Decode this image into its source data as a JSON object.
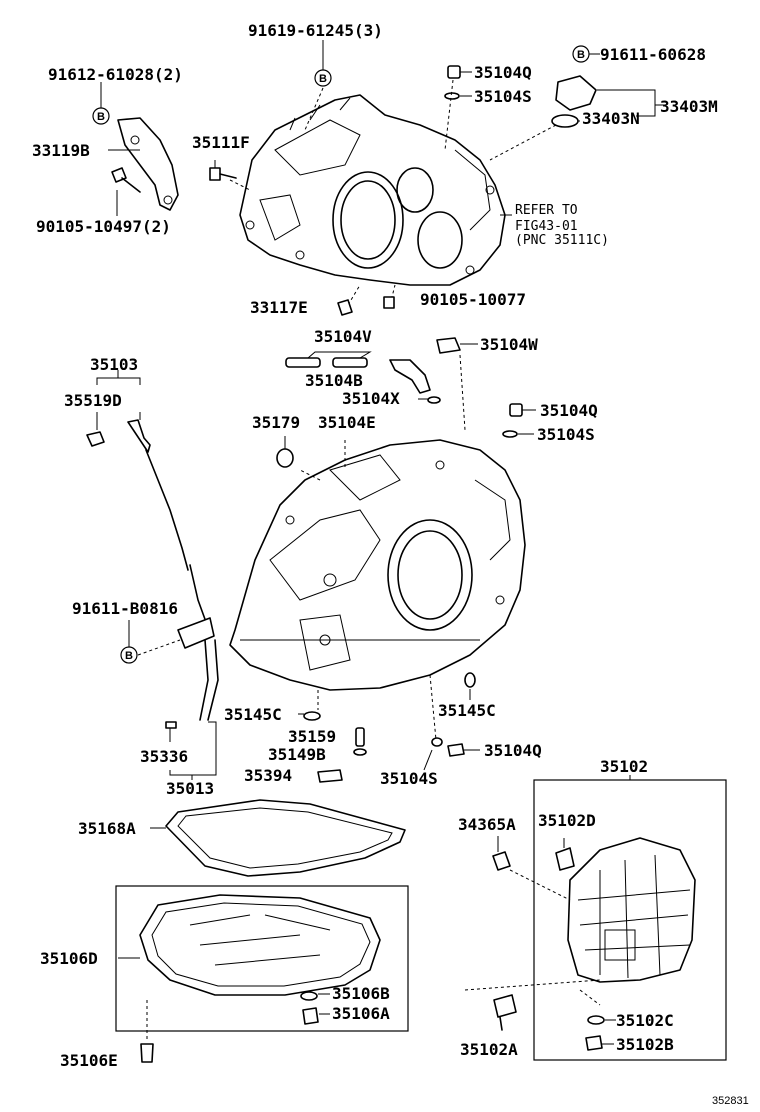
{
  "figure_number": "352831",
  "labels": {
    "p91619_61245": "91619-61245(3)",
    "p91611_60628": "91611-60628",
    "p91612_61028": "91612-61028(2)",
    "p35104Q_top": "35104Q",
    "p35104S_top": "35104S",
    "p33403M": "33403M",
    "p33403N": "33403N",
    "p33119B": "33119B",
    "p35111F": "35111F",
    "p90105_10497": "90105-10497(2)",
    "refer_line1": "REFER TO",
    "refer_line2": "FIG43-01",
    "refer_line3": "(PNC 35111C)",
    "p33117E": "33117E",
    "p90105_10077": "90105-10077",
    "p35104V": "35104V",
    "p35104W": "35104W",
    "p35103": "35103",
    "p35104B": "35104B",
    "p35519D": "35519D",
    "p35104X": "35104X",
    "p35104Q_mid": "35104Q",
    "p35179": "35179",
    "p35104E": "35104E",
    "p35104S_mid": "35104S",
    "p91611_B0816": "91611-B0816",
    "p35145C_left": "35145C",
    "p35145C_right": "35145C",
    "p35159": "35159",
    "p35149B": "35149B",
    "p35104Q_low": "35104Q",
    "p35336": "35336",
    "p35394": "35394",
    "p35104S_low": "35104S",
    "p35013": "35013",
    "p35102": "35102",
    "p35168A": "35168A",
    "p34365A": "34365A",
    "p35102D": "35102D",
    "p35106D": "35106D",
    "p35106B": "35106B",
    "p35106A": "35106A",
    "p35102C": "35102C",
    "p35102A": "35102A",
    "p35102B": "35102B",
    "p35106E": "35106E"
  },
  "markers": {
    "bolt_b": "B"
  }
}
